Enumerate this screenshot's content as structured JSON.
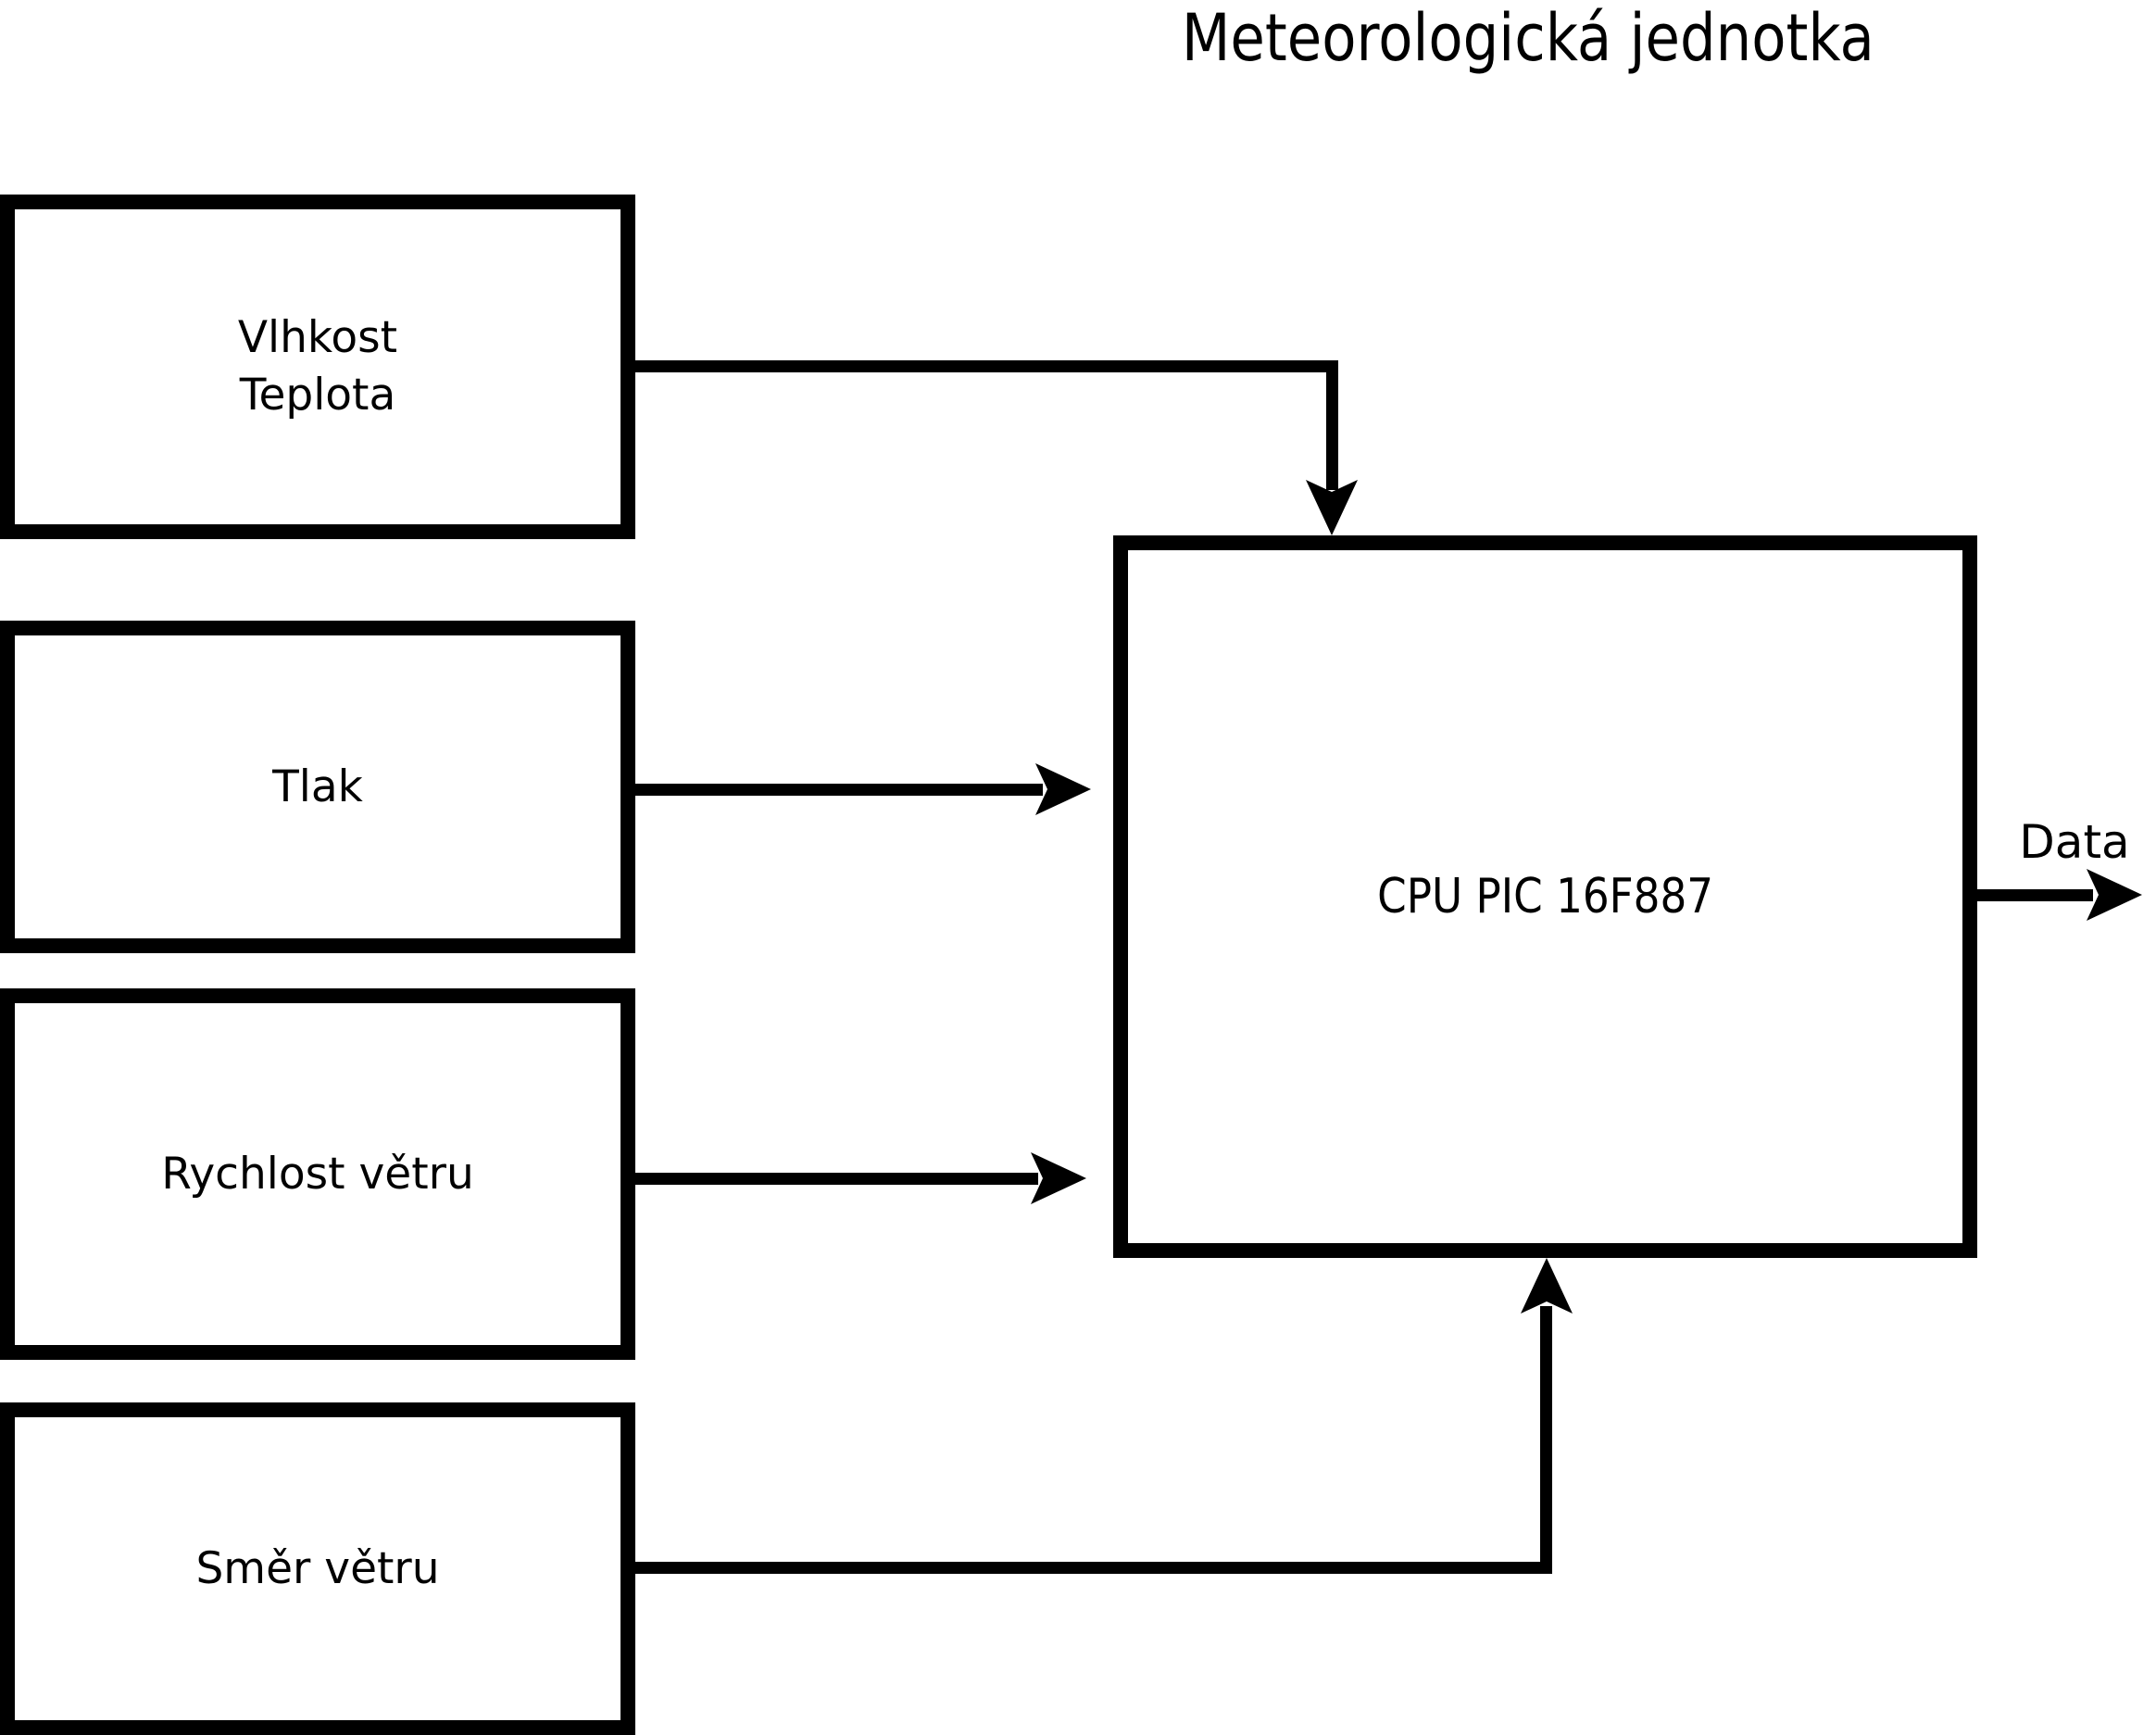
{
  "title": "Meteorologická jednotka",
  "blocks": {
    "vlhkost": {
      "label": "Vlhkost\nTeplota"
    },
    "tlak": {
      "label": "Tlak"
    },
    "rychlost": {
      "label": "Rychlost větru"
    },
    "smer": {
      "label": "Směr větru"
    },
    "cpu": {
      "label": "CPU PIC 16F887"
    }
  },
  "output": {
    "label": "Data"
  },
  "connections": [
    {
      "from": "Vlhkost/Teplota",
      "to": "CPU PIC 16F887",
      "enters": "top"
    },
    {
      "from": "Tlak",
      "to": "CPU PIC 16F887",
      "enters": "left"
    },
    {
      "from": "Rychlost větru",
      "to": "CPU PIC 16F887",
      "enters": "left"
    },
    {
      "from": "Směr větru",
      "to": "CPU PIC 16F887",
      "enters": "bottom"
    },
    {
      "from": "CPU PIC 16F887",
      "to": "Data",
      "exits": "right"
    }
  ],
  "colors": {
    "line": "#000000",
    "background": "#ffffff",
    "text": "#000000"
  }
}
